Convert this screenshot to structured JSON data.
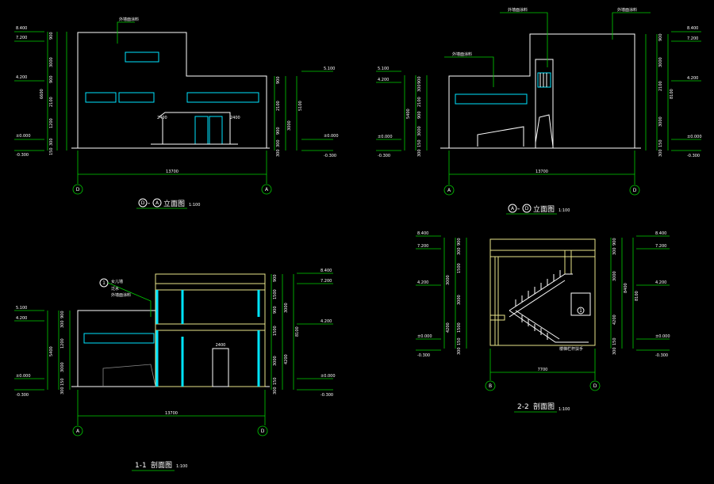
{
  "views": {
    "elev_d_a": {
      "title_axis_1": "D",
      "title_axis_2": "A",
      "title_text": "立面图",
      "scale": "1:100",
      "axis_left": "D",
      "axis_right": "A",
      "total_dim": "13700",
      "levels_left": [
        "8.400",
        "7.200",
        "4.200",
        "±0.000",
        "-0.300"
      ],
      "levels_right": [
        "5.100",
        "±0.000",
        "-0.300"
      ],
      "dims_left": [
        "900",
        "3000",
        "900",
        "2100",
        "1200",
        "300",
        "150"
      ],
      "dims_right": [
        "900",
        "2100",
        "900",
        "300",
        "300"
      ],
      "dims_mid": [
        "6600",
        "5100",
        "3000"
      ],
      "door_label_left": "2400",
      "door_label_right": "2400"
    },
    "elev_a_d": {
      "title_axis_1": "A",
      "title_axis_2": "D",
      "title_text": "立面图",
      "scale": "1:100",
      "axis_left": "A",
      "axis_right": "D",
      "total_dim": "13700",
      "levels_left": [
        "5.100",
        "4.200",
        "±0.000",
        "-0.300"
      ],
      "levels_right": [
        "8.400",
        "7.200",
        "4.200",
        "±0.000",
        "-0.300"
      ],
      "dims_left": [
        "900",
        "300",
        "2100",
        "900",
        "3000",
        "150",
        "300"
      ],
      "dims_right": [
        "900",
        "3000",
        "2100",
        "3000",
        "150",
        "300"
      ],
      "dims_mid": [
        "5400",
        "8100"
      ]
    },
    "sect_1_1": {
      "title_num": "1-1",
      "title_text": "剖面图",
      "scale": "1:100",
      "axis_left": "A",
      "axis_right": "D",
      "total_dim": "13700",
      "levels_left": [
        "5.100",
        "4.200",
        "±0.000",
        "-0.300"
      ],
      "levels_right": [
        "8.400",
        "7.200",
        "4.200",
        "±0.000",
        "-0.300"
      ],
      "dims_left": [
        "900",
        "300",
        "1200",
        "3000",
        "150",
        "300"
      ],
      "dims_right": [
        "900",
        "1500",
        "900",
        "1500",
        "3000",
        "150",
        "300"
      ],
      "dims_mid": [
        "5400",
        "3000",
        "8100",
        "4200"
      ],
      "door_label": "2400",
      "detail_mark": "1"
    },
    "sect_2_2": {
      "title_num": "2-2",
      "title_text": "剖面图",
      "scale": "1:100",
      "axis_left": "B",
      "axis_right": "D",
      "total_dim": "7700",
      "levels_left": [
        "8.400",
        "7.200",
        "4.200",
        "±0.000",
        "-0.300"
      ],
      "levels_right": [
        "8.400",
        "7.200",
        "4.200",
        "±0.000",
        "-0.300"
      ],
      "dims_left": [
        "900",
        "300",
        "1500",
        "3000",
        "1500",
        "150",
        "300"
      ],
      "dims_right": [
        "900",
        "300",
        "3000",
        "4200",
        "150",
        "300"
      ],
      "dims_mid": [
        "3000",
        "4200",
        "8400",
        "8100"
      ],
      "stair_mark": "1"
    }
  },
  "colors": {
    "background": "#000000",
    "line_green": "#00d000",
    "line_white": "#ffffff",
    "line_cyan": "#00e5ff",
    "line_yellow": "#e8e48a"
  }
}
